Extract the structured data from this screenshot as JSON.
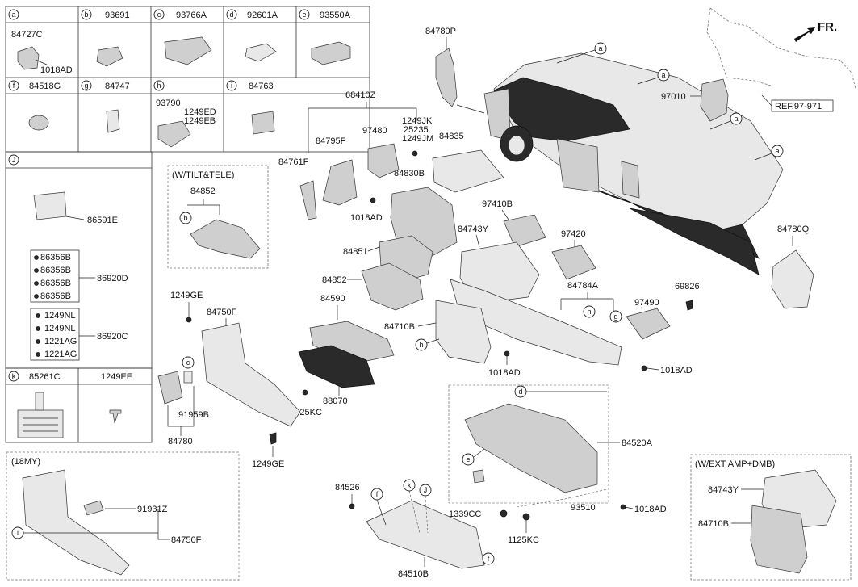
{
  "header": {
    "direction": "FR.",
    "ref": "REF.97-971"
  },
  "legend": {
    "a": {
      "letter": "a",
      "parts": [
        "84727C",
        "1018AD"
      ]
    },
    "b": {
      "letter": "b",
      "parts": [
        "93691"
      ]
    },
    "c": {
      "letter": "c",
      "parts": [
        "93766A"
      ]
    },
    "d": {
      "letter": "d",
      "parts": [
        "92601A"
      ]
    },
    "e": {
      "letter": "e",
      "parts": [
        "93550A"
      ]
    },
    "f": {
      "letter": "f",
      "parts": [
        "84518G"
      ]
    },
    "g": {
      "letter": "g",
      "parts": [
        "84747"
      ]
    },
    "h": {
      "letter": "h",
      "parts": [
        "93790",
        "1249ED",
        "1249EB"
      ]
    },
    "i": {
      "letter": "i",
      "parts": [
        "84763"
      ]
    },
    "j": {
      "letter": "J",
      "parts": [
        "86591E",
        "86356B",
        "86356B",
        "86356B",
        "86356B",
        "86920D",
        "1249NL",
        "1249NL",
        "1221AG",
        "1221AG",
        "86920C"
      ]
    },
    "k": {
      "letter": "k",
      "parts": [
        "85261C",
        "1249EE"
      ]
    }
  },
  "callouts": {
    "a1": "a",
    "a2": "a",
    "a3": "a",
    "a4": "a",
    "b": "b",
    "c": "c",
    "d": "d",
    "e": "e",
    "f1": "f",
    "f2": "f",
    "h1": "h",
    "h2": "h",
    "g": "g",
    "i": "i",
    "j": "J",
    "k": "k"
  },
  "variants": {
    "tilt": "(W/TILT&TELE)",
    "my18": "(18MY)",
    "amp": "(W/EXT AMP+DMB)"
  },
  "parts": {
    "p84780P": "84780P",
    "p97010": "97010",
    "p68410Z": "68410Z",
    "p1249JK": "1249JK",
    "p25235": "25235",
    "p1249JM": "1249JM",
    "p84795F": "84795F",
    "p97480": "97480",
    "p84835": "84835",
    "p84761F": "84761F",
    "p84830B": "84830B",
    "p1018AD_a": "1018AD",
    "p84852_tilt": "84852",
    "p97410B": "97410B",
    "p84743Y": "84743Y",
    "p97420": "97420",
    "p84851": "84851",
    "p84852": "84852",
    "p84784A": "84784A",
    "p84590": "84590",
    "p84710B": "84710B",
    "p97490": "97490",
    "p69826": "69826",
    "p84780Q": "84780Q",
    "p1249GE_a": "1249GE",
    "p84750F": "84750F",
    "p1018AD_b": "1018AD",
    "p1018AD_c": "1018AD",
    "p88070": "88070",
    "p1125KC_a": "1125KC",
    "p91959B": "91959B",
    "p84780": "84780",
    "p1249GE_b": "1249GE",
    "p84520A": "84520A",
    "p84526": "84526",
    "p1339CC": "1339CC",
    "p93510": "93510",
    "p1018AD_d": "1018AD",
    "p1125KC_b": "1125KC",
    "p84510B": "84510B",
    "p91931Z": "91931Z",
    "p84750F_18": "84750F",
    "p84743Y_amp": "84743Y",
    "p84710B_amp": "84710B"
  }
}
